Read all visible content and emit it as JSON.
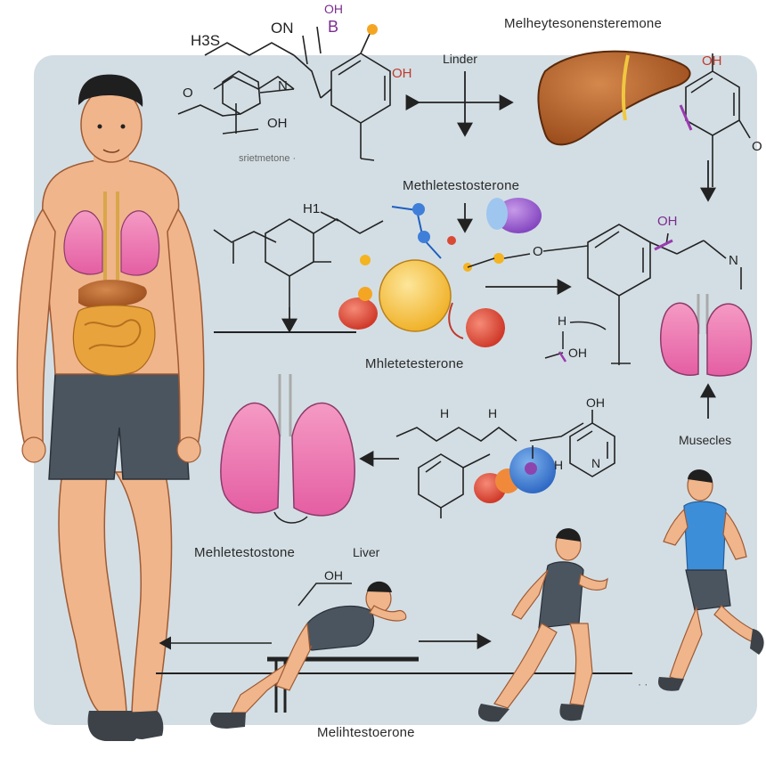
{
  "labels": {
    "top_right": "Melheytesonensteremone",
    "linder": "Linder",
    "small_caption": "srietmetone ·",
    "center_top": "Methletestosterone",
    "center_mid": "Mhletetesterone",
    "muscles": "Musecles",
    "bottom_left": "Mehletestostone",
    "liver": "Liver",
    "bottom_center": "Melihtestoerone"
  },
  "chem": {
    "h3s": "H3S",
    "on": "ON",
    "b_top": "OH",
    "b": "B",
    "oh_right": "OH",
    "oh_top_right": "OH",
    "o_right": "O",
    "n1": "N",
    "oh1": "OH",
    "o1": "O",
    "h1": "H1",
    "o_mid": "O",
    "oh_mid": "OH",
    "n_mid": "N",
    "h_small": "H",
    "oh_small": "OH",
    "oh_bottom_right": "OH",
    "n_bottom_right": "N",
    "h_bottom_right": "H",
    "h_b1": "H",
    "h_b2": "H",
    "oh_liver": "OH"
  },
  "colors": {
    "background_panel": "#d3dee4",
    "skin": "#f0b58a",
    "lungs": "#f27bb6",
    "liver": "#b5622a",
    "shorts": "#4a5560",
    "tank_blue": "#3d8ed9",
    "molecule_yellow": "#f6c13c",
    "molecule_red": "#e0483a",
    "molecule_blue": "#3f7fd9",
    "molecule_purple": "#9b59d0"
  }
}
